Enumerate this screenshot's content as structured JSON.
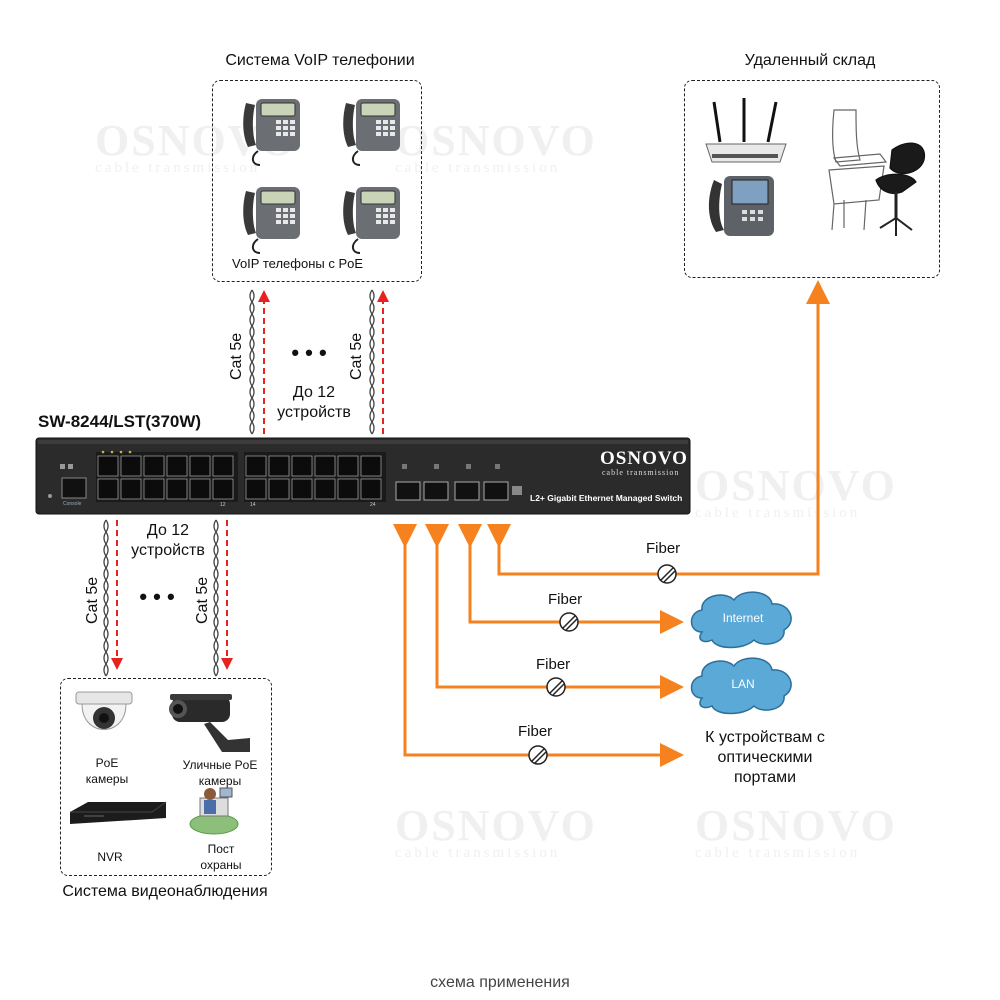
{
  "voip": {
    "title": "Система VoIP телефонии",
    "caption": "VoIP телефоны с PoE"
  },
  "warehouse": {
    "title": "Удаленный склад"
  },
  "switch": {
    "model": "SW-8244/LST(370W)",
    "brand": "OSNOVO",
    "brand_sub": "cable transmission",
    "description": "L2+ Gigabit Ethernet Managed Switch",
    "console_label": "Console",
    "port_label_12": "12",
    "port_label_14": "14",
    "port_label_24": "24"
  },
  "top_links": {
    "cable_left": "Cat 5e",
    "cable_right": "Cat 5e",
    "ellipsis": "• • •",
    "count": "До 12",
    "count_unit": "устройств"
  },
  "bottom_links": {
    "cable_left": "Cat 5e",
    "cable_right": "Cat 5e",
    "ellipsis": "• • •",
    "count": "До 12",
    "count_unit": "устройств"
  },
  "fiber": {
    "label_1": "Fiber",
    "label_2": "Fiber",
    "label_3": "Fiber",
    "label_4": "Fiber"
  },
  "clouds": {
    "internet": "Internet",
    "lan": "LAN"
  },
  "optical": {
    "line1": "К устройствам с",
    "line2": "оптическими",
    "line3": "портами"
  },
  "cctv": {
    "title": "Система видеонаблюдения",
    "poe_cam_1": "PoE",
    "poe_cam_2": "камеры",
    "street_cam_1": "Уличные PoE",
    "street_cam_2": "камеры",
    "nvr": "NVR",
    "guard_1": "Пост",
    "guard_2": "охраны"
  },
  "footer": "схема применения",
  "watermark": {
    "text": "OSNOVO",
    "sub": "cable transmission"
  },
  "colors": {
    "fiber": "#f5821f",
    "poe_arrow": "#e8231f",
    "switch_body": "#2b2b2b",
    "cloud": "#5aa9d6"
  }
}
